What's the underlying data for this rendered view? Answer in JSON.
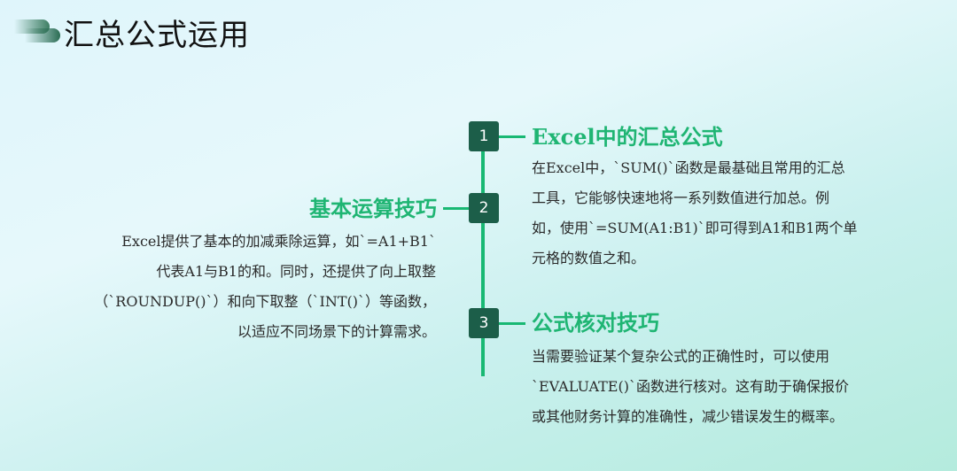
{
  "title": "汇总公式运用",
  "items": [
    {
      "number": "1",
      "heading": "Excel中的汇总公式",
      "lines": [
        "在Excel中，`SUM()`函数是最基础且常用的汇总",
        "工具，它能够快速地将一系列数值进行加总。例",
        "如，使用`=SUM(A1:B1)`即可得到A1和B1两个单",
        "元格的数值之和。"
      ]
    },
    {
      "number": "2",
      "heading": "基本运算技巧",
      "lines": [
        "Excel提供了基本的加减乘除运算，如`=A1+B1`",
        "代表A1与B1的和。同时，还提供了向上取整",
        "（`ROUNDUP()`）和向下取整（`INT()`）等函数，",
        "以适应不同场景下的计算需求。"
      ]
    },
    {
      "number": "3",
      "heading": "公式核对技巧",
      "lines": [
        "当需要验证某个复杂公式的正确性时，可以使用",
        "`EVALUATE()`函数进行核对。这有助于确保报价",
        "或其他财务计算的准确性，减少错误发生的概率。"
      ]
    }
  ]
}
